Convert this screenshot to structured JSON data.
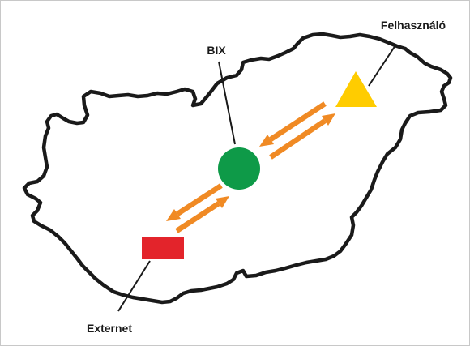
{
  "labels": {
    "bix": "BIX",
    "user": "Felhasználó",
    "external": "Externet"
  },
  "nodes": {
    "bix": {
      "shape": "circle",
      "color": "#0e9a48"
    },
    "user": {
      "shape": "triangle",
      "color": "#ffcc00"
    },
    "external": {
      "shape": "rectangle",
      "color": "#e3242b"
    }
  },
  "colors": {
    "map_outline": "#1a1a1a",
    "arrows": "#f08a24",
    "leader_lines": "#1a1a1a"
  }
}
